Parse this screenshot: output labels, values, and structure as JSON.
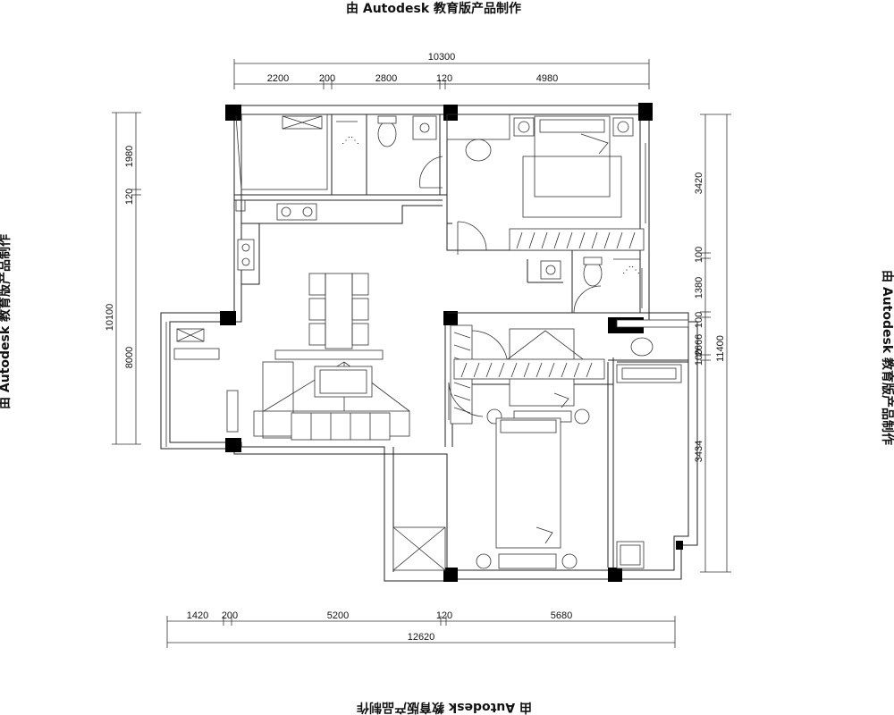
{
  "watermark": {
    "top": "由 Autodesk 教育版产品制作",
    "bottom": "由 Autodesk 教育版产品制作",
    "left": "由 Autodesk 教育版产品制作",
    "right": "由 Autodesk 教育版产品制作"
  },
  "dimensions": {
    "top_total": "10300",
    "top_segments": [
      "2200",
      "200",
      "2800",
      "120",
      "4980"
    ],
    "bottom_segments": [
      "1420",
      "200",
      "5200",
      "120",
      "5680"
    ],
    "bottom_total": "12620",
    "left_total": "10100",
    "left_segments": [
      "1980",
      "120",
      "8000"
    ],
    "right_total": "11400",
    "right_segments": [
      "3420",
      "100",
      "1380",
      "100",
      "2666",
      "100",
      "3434"
    ]
  }
}
